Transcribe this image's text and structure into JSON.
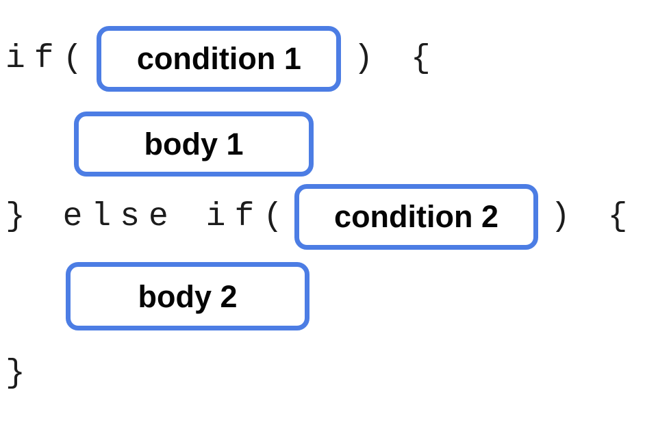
{
  "colors": {
    "background": "#ffffff",
    "slot_border": "#4c7de4",
    "code_text": "#1c1c1c",
    "label_text": "#050505"
  },
  "code": {
    "if_prefix": "if(",
    "if_suffix": ") {",
    "else_if_prefix": "} else if(",
    "else_if_suffix": ") {",
    "closing_brace": "}"
  },
  "slots": {
    "condition1": "condition 1",
    "body1": "body 1",
    "condition2": "condition 2",
    "body2": "body 2"
  }
}
